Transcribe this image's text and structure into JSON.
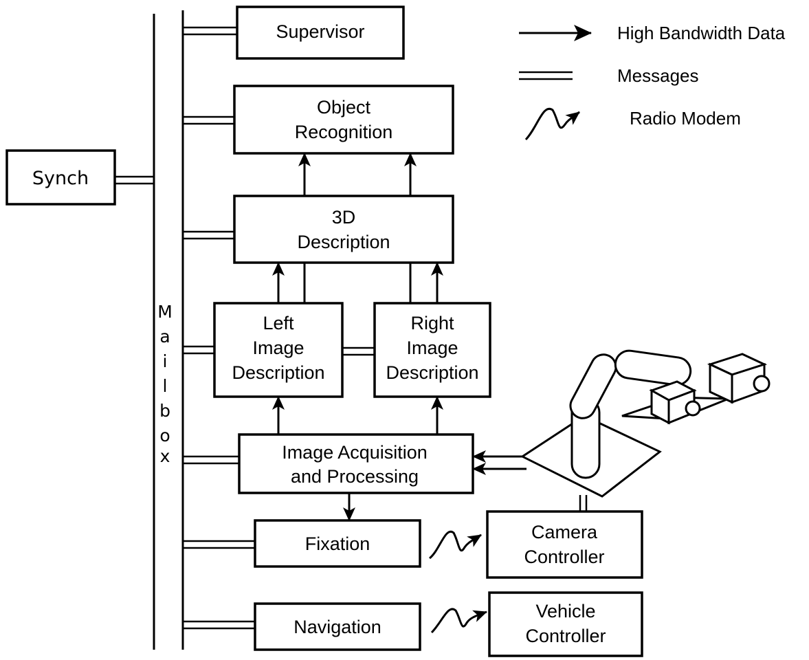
{
  "legend": {
    "high_bandwidth": "High Bandwidth Data",
    "messages": "Messages",
    "radio_modem": "Radio Modem"
  },
  "bus": {
    "label_letters": [
      "M",
      "a",
      "i",
      "l",
      "b",
      "o",
      "x"
    ]
  },
  "boxes": {
    "synch": "Synch",
    "supervisor": "Supervisor",
    "object_recognition": [
      "Object",
      "Recognition"
    ],
    "three_d_description": [
      "3D",
      "Description"
    ],
    "left_image_description": [
      "Left",
      "Image",
      "Description"
    ],
    "right_image_description": [
      "Right",
      "Image",
      "Description"
    ],
    "image_acquisition": [
      "Image Acquisition",
      "and Processing"
    ],
    "fixation": "Fixation",
    "navigation": "Navigation",
    "camera_controller": [
      "Camera",
      "Controller"
    ],
    "vehicle_controller": [
      "Vehicle",
      "Controller"
    ]
  }
}
